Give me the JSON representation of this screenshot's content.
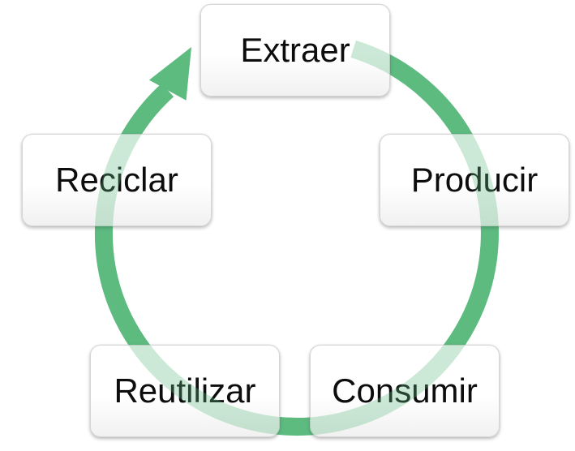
{
  "diagram": {
    "type": "cycle",
    "direction": "clockwise",
    "arrow_color": "#5dbb80",
    "nodes": [
      {
        "id": "extraer",
        "label": "Extraer"
      },
      {
        "id": "producir",
        "label": "Producir"
      },
      {
        "id": "consumir",
        "label": "Consumir"
      },
      {
        "id": "reutilizar",
        "label": "Reutilizar"
      },
      {
        "id": "reciclar",
        "label": "Reciclar"
      }
    ]
  }
}
